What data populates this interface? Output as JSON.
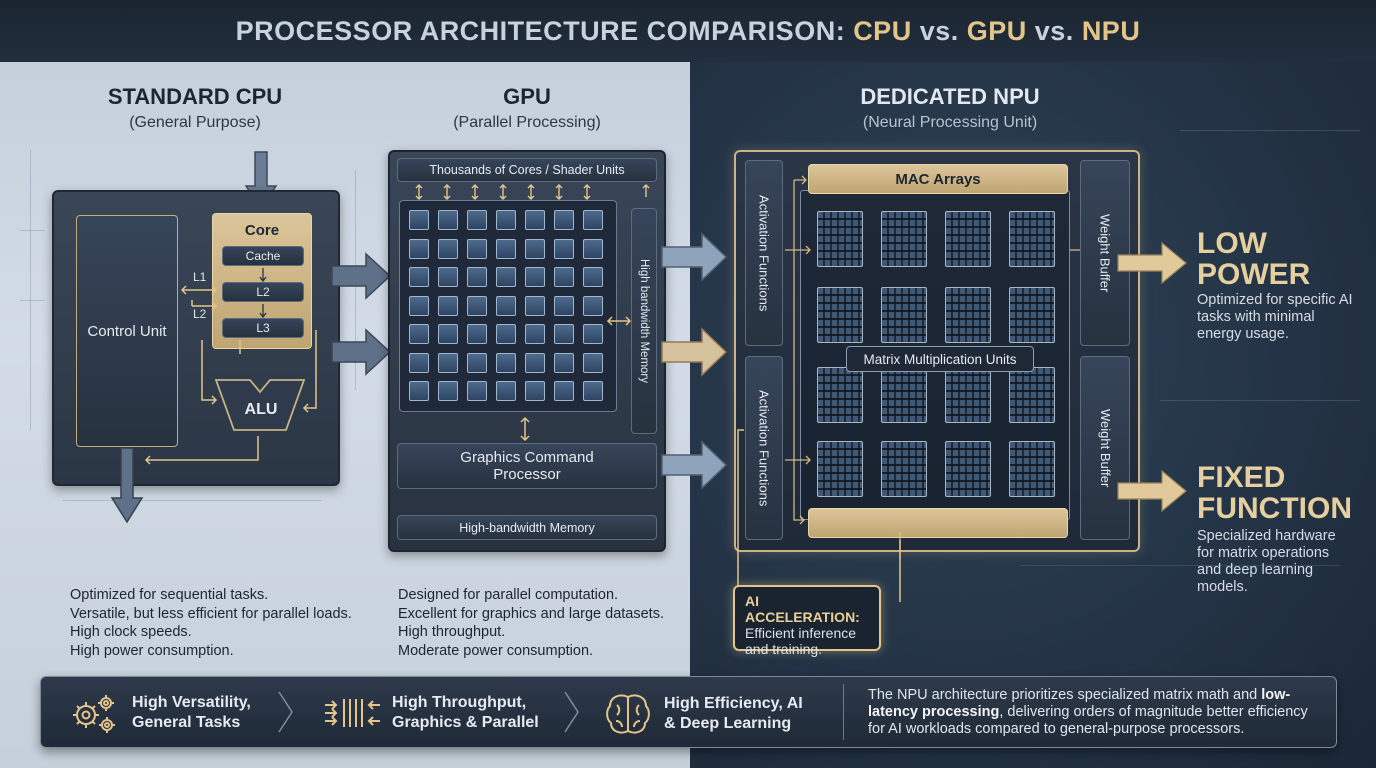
{
  "title": {
    "prefix": "PROCESSOR ARCHITECTURE COMPARISON: ",
    "cpu": "CPU",
    "vs1": " vs. ",
    "gpu": "GPU",
    "vs2": " vs. ",
    "npu": "NPU"
  },
  "cpu": {
    "heading": "STANDARD CPU",
    "subheading": "(General Purpose)",
    "control_unit": "Control Unit",
    "core_label": "Core",
    "cache_label": "Cache",
    "l2_box": "L2",
    "l3_box": "L3",
    "l1_side": "L1",
    "l2_side": "L2",
    "alu_label": "ALU",
    "desc": [
      "Optimized for sequential tasks.",
      "Versatile, but less efficient for parallel loads.",
      "High clock speeds.",
      "High power consumption."
    ]
  },
  "gpu": {
    "heading": "GPU",
    "subheading": "(Parallel Processing)",
    "cores_label": "Thousands of Cores / Shader Units",
    "memory_vertical": "High bandwidth Memory",
    "command_processor": "Graphics Command Processor",
    "memory_bottom": "High-bandwidth Memory",
    "desc": [
      "Designed for parallel computation.",
      "Excellent for graphics and large datasets.",
      "High throughput.",
      "Moderate power consumption."
    ]
  },
  "npu": {
    "heading": "DEDICATED NPU",
    "subheading": "(Neural Processing Unit)",
    "mac_arrays": "MAC Arrays",
    "activation_top": "Activation Functions",
    "activation_bottom": "Activation Functions",
    "weight_buffer_top": "Weight Buffer",
    "weight_buffer_bottom": "Weight Buffer",
    "matrix_units": "Matrix Multiplication Units",
    "ai_title": "AI ACCELERATION:",
    "ai_desc": "Efficient inference and training."
  },
  "side": {
    "low_power_title": "LOW POWER",
    "low_power_text": "Optimized for specific AI tasks with minimal energy usage.",
    "fixed_title": "FIXED FUNCTION",
    "fixed_text": "Specialized hardware for matrix operations and deep learning models."
  },
  "bottom": {
    "item1": "High Versatility, General Tasks",
    "item2": "High Throughput, Graphics & Parallel",
    "item3": "High Efficiency, AI & Deep Learning",
    "note_pre": "The NPU architecture prioritizes specialized matrix math and ",
    "note_bold": "low-latency processing",
    "note_post": ", delivering orders of magnitude better efficiency for AI workloads compared to general-purpose processors."
  },
  "colors": {
    "gold": "#e3c58a",
    "dark_navy": "#1e2a38",
    "steel": "#3a4656",
    "light_bg": "#c5d0dc"
  },
  "icons": [
    "gears-icon",
    "parallel-bars-icon",
    "brain-icon",
    "chevron-right-icon"
  ]
}
